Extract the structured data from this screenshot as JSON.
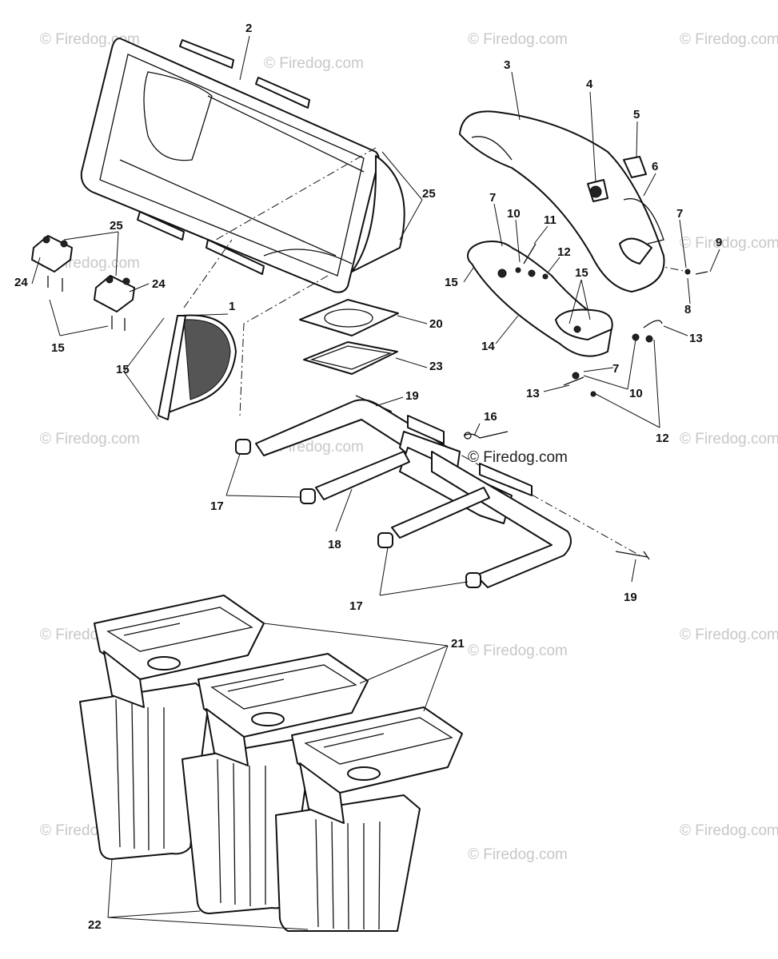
{
  "watermark": "© Firedog.com",
  "callouts": {
    "c1": "1",
    "c2": "2",
    "c3": "3",
    "c4": "4",
    "c5": "5",
    "c6": "6",
    "c7": "7",
    "c8": "8",
    "c9": "9",
    "c10": "10",
    "c11": "11",
    "c12": "12",
    "c13": "13",
    "c14": "14",
    "c15": "15",
    "c16": "16",
    "c17": "17",
    "c18": "18",
    "c19": "19",
    "c20": "20",
    "c21": "21",
    "c22": "22",
    "c23": "23",
    "c24": "24",
    "c25": "25"
  },
  "colors": {
    "line": "#111111",
    "watermark": "#c7c7c7",
    "background": "#ffffff"
  }
}
